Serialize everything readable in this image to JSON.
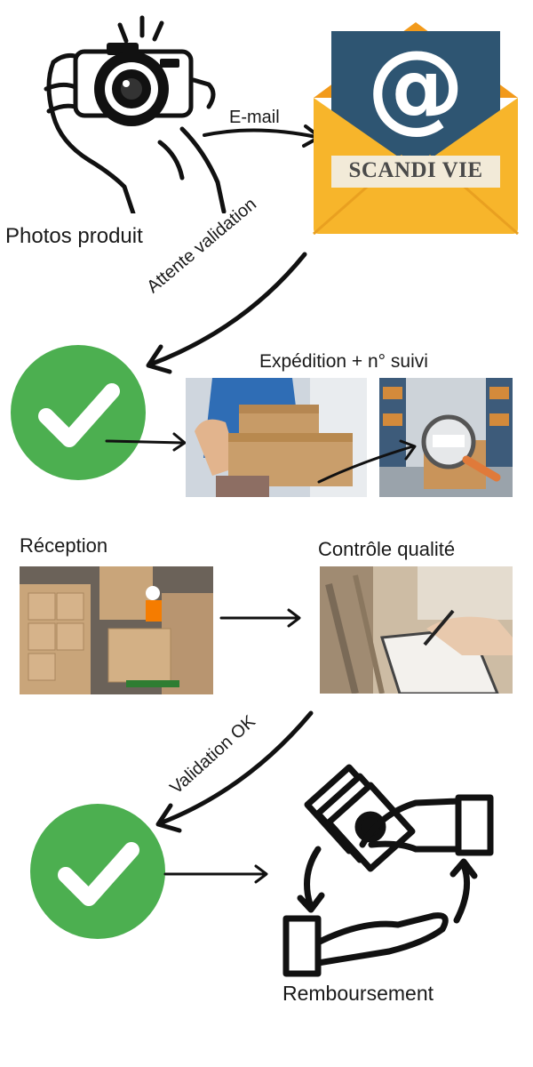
{
  "steps": {
    "photos": {
      "label": "Photos produit",
      "icon": "camera-hands-icon"
    },
    "email": {
      "arrow_label": "E-mail",
      "brand": "SCANDI VIE",
      "icon": "email-envelope-icon"
    },
    "waiting": {
      "arrow_label": "Attente validation"
    },
    "shipping": {
      "label": "Expédition + n° suivi"
    },
    "reception": {
      "label": "Réception"
    },
    "quality": {
      "label": "Contrôle qualité"
    },
    "validation": {
      "arrow_label": "Validation OK"
    },
    "refund": {
      "label": "Remboursement",
      "icon": "money-exchange-hands-icon"
    }
  },
  "colors": {
    "check_green": "#4caf50",
    "envelope_yellow": "#f7b52b",
    "envelope_orange": "#f29a1b",
    "letter_blue": "#2e5572"
  }
}
